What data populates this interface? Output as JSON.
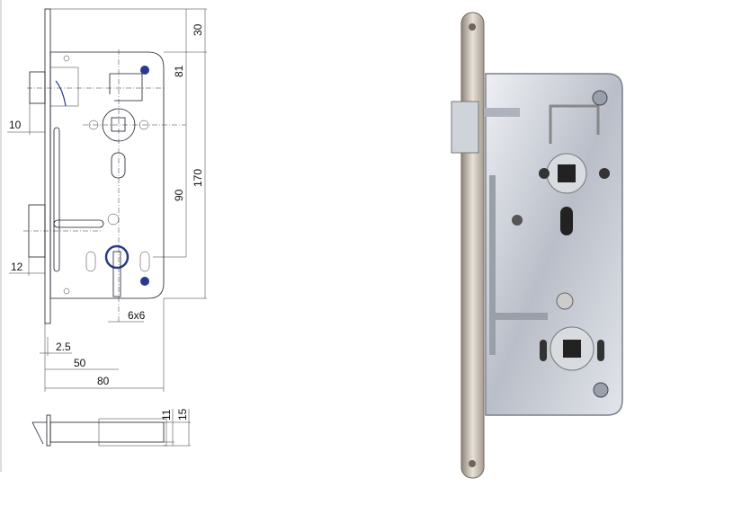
{
  "drawing": {
    "dimensions": {
      "backset_top": "30",
      "follower_offset": "81",
      "case_height": "170",
      "center_distance": "90",
      "latch_projection": "10",
      "bolt_projection": "12",
      "spindle": "6x6",
      "faceplate_thickness": "2.5",
      "backset": "50",
      "case_width": "80",
      "case_depth": "11",
      "faceplate_width": "15"
    }
  },
  "colors": {
    "line": "#1a1a2a",
    "accent": "#2a3a8a",
    "metal": "#c9ccd2"
  }
}
